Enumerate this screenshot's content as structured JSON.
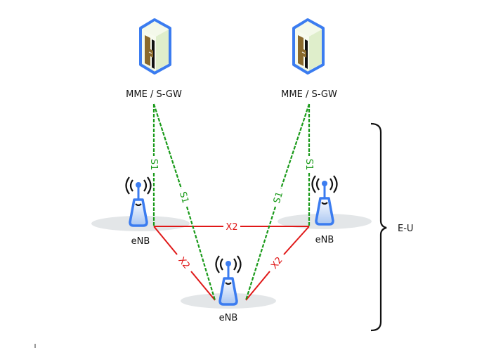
{
  "diagram": {
    "nodes": {
      "mme_left": {
        "label": "MME / S-GW",
        "icon": "server-icon"
      },
      "mme_right": {
        "label": "MME / S-GW",
        "icon": "server-icon"
      },
      "enb_left": {
        "label": "eNB",
        "icon": "antenna-tower-icon"
      },
      "enb_right": {
        "label": "eNB",
        "icon": "antenna-tower-icon"
      },
      "enb_bottom": {
        "label": "eNB",
        "icon": "antenna-tower-icon"
      }
    },
    "links": [
      {
        "from": "mme_left",
        "to": "enb_left",
        "interface": "S1",
        "style": "dashed"
      },
      {
        "from": "mme_left",
        "to": "enb_bottom",
        "interface": "S1",
        "style": "dashed"
      },
      {
        "from": "mme_right",
        "to": "enb_right",
        "interface": "S1",
        "style": "dashed"
      },
      {
        "from": "mme_right",
        "to": "enb_bottom",
        "interface": "S1",
        "style": "dashed"
      },
      {
        "from": "enb_left",
        "to": "enb_right",
        "interface": "X2",
        "style": "solid"
      },
      {
        "from": "enb_left",
        "to": "enb_bottom",
        "interface": "X2",
        "style": "solid"
      },
      {
        "from": "enb_right",
        "to": "enb_bottom",
        "interface": "X2",
        "style": "solid"
      }
    ],
    "group_label": "E-U",
    "colors": {
      "s1": "#1a9a1a",
      "x2": "#e01818",
      "icon_blue": "#3b7cf0",
      "coverage": "#e3e6e8"
    }
  }
}
